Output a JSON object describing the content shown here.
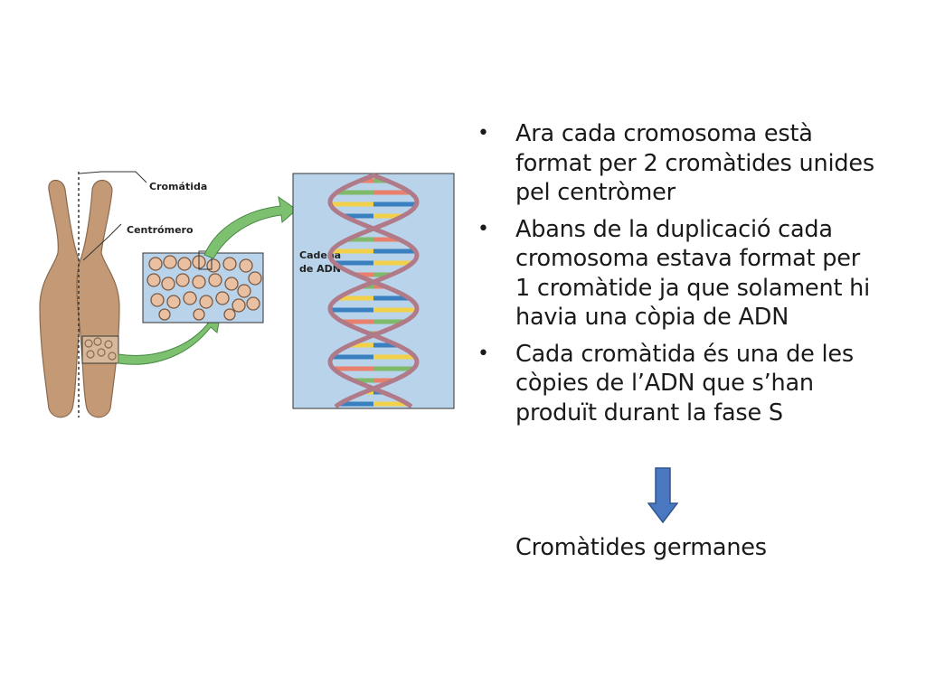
{
  "figure": {
    "label_chromatid": "Cromátida",
    "label_centromere": "Centrómero",
    "label_dna_line1": "Cadena",
    "label_dna_line2": "de ADN",
    "colors": {
      "chromosome": "#c49a76",
      "chromosome_edge": "#8a6a4e",
      "arrow_green": "#7cc070",
      "dna_panel": "#b8d3ea",
      "dna_backbone": "#b07a88",
      "base_colors": [
        "#e8806c",
        "#7fba6a",
        "#f2d04a",
        "#3a7fc0"
      ]
    }
  },
  "bullets": [
    {
      "text": "Ara cada cromosoma està format per 2 cromàtides unides pel centròmer"
    },
    {
      "text": "Abans de la duplicació cada cromosoma estava format per 1 cromàtide ja que solament hi havia una còpia de ADN"
    },
    {
      "text": "Cada cromàtida és una de les còpies de l’ADN que s’han produït durant la fase S"
    }
  ],
  "bullet_symbol": "•",
  "conclusion": "Cromàtides germanes",
  "arrow_color": "#4a78c0"
}
